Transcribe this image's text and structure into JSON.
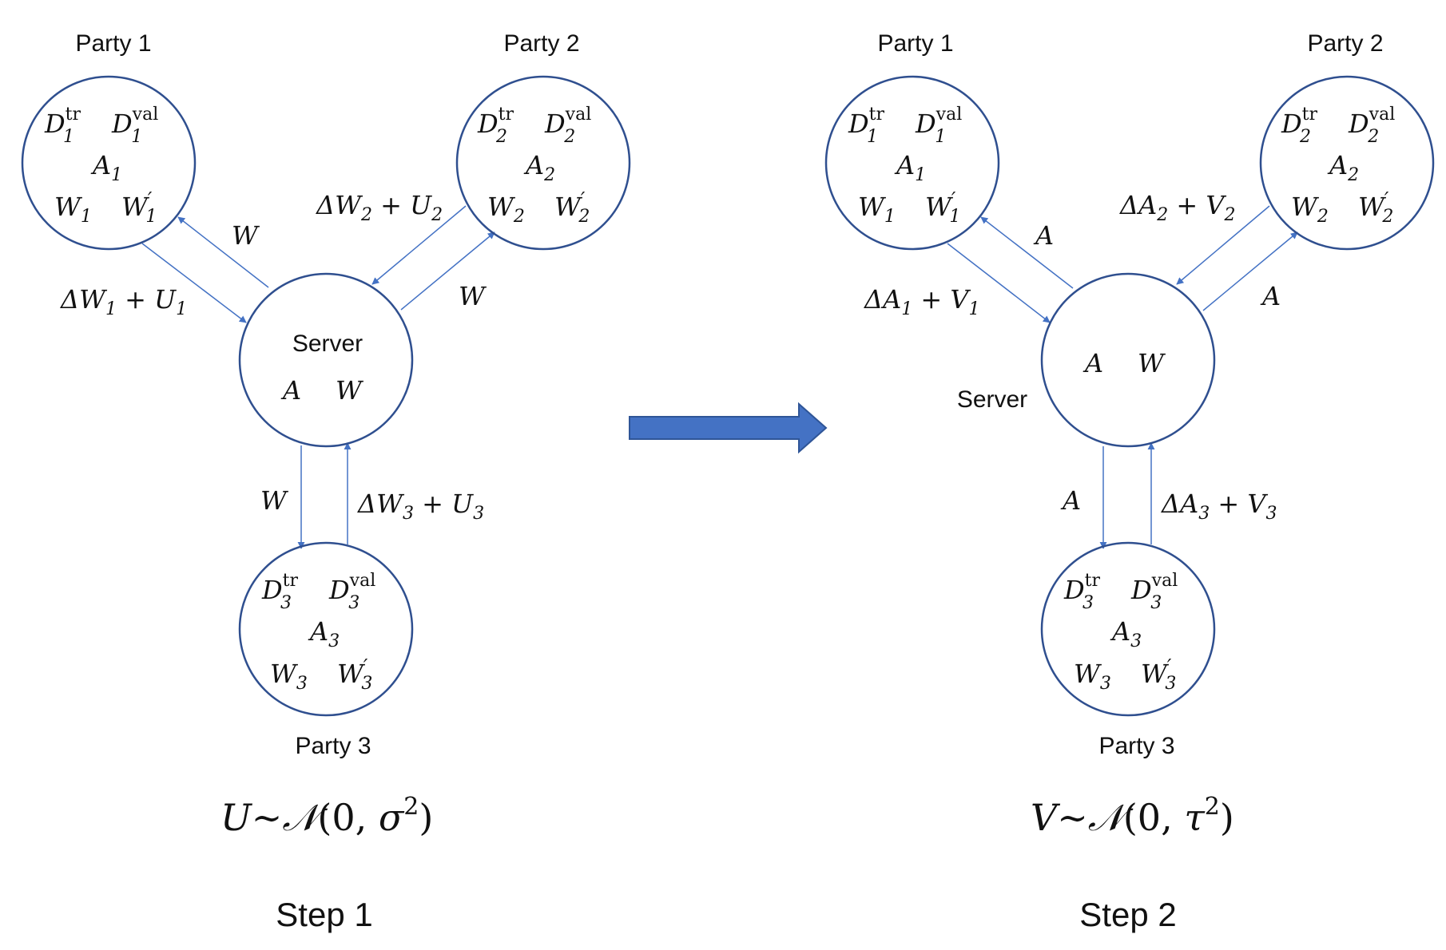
{
  "step1": {
    "party1": {
      "title": "Party 1",
      "d_tr": "D",
      "d_tr_sub": "1",
      "d_tr_sup": "tr",
      "d_val": "D",
      "d_val_sub": "1",
      "d_val_sup": "val",
      "a": "A",
      "a_sub": "1",
      "w": "W",
      "w_sub": "1",
      "wp": "W",
      "wp_sub": "1",
      "wp_sup": "′"
    },
    "party2": {
      "title": "Party 2",
      "d_tr": "D",
      "d_tr_sub": "2",
      "d_tr_sup": "tr",
      "d_val": "D",
      "d_val_sub": "2",
      "d_val_sup": "val",
      "a": "A",
      "a_sub": "2",
      "w": "W",
      "w_sub": "2",
      "wp": "W",
      "wp_sub": "2",
      "wp_sup": "′"
    },
    "party3": {
      "title": "Party 3",
      "d_tr": "D",
      "d_tr_sub": "3",
      "d_tr_sup": "tr",
      "d_val": "D",
      "d_val_sub": "3",
      "d_val_sup": "val",
      "a": "A",
      "a_sub": "3",
      "w": "W",
      "w_sub": "3",
      "wp": "W",
      "wp_sub": "3",
      "wp_sup": "′"
    },
    "server": {
      "title": "Server",
      "a": "A",
      "w": "W"
    },
    "edges": {
      "down_p1": "W",
      "up_p1_a": "ΔW",
      "up_p1_a_sub": "1",
      "up_p1_b": " + U",
      "up_p1_b_sub": "1",
      "down_p2": "W",
      "up_p2_a": "ΔW",
      "up_p2_a_sub": "2",
      "up_p2_b": " + U",
      "up_p2_b_sub": "2",
      "down_p3": "W",
      "up_p3_a": "ΔW",
      "up_p3_a_sub": "3",
      "up_p3_b": " + U",
      "up_p3_b_sub": "3"
    },
    "noise": {
      "var": "U",
      "tilde": "∼",
      "dist": "𝒩",
      "open": "(0, ",
      "param": "σ",
      "sup": "2",
      "close": ")"
    },
    "caption": "Step 1"
  },
  "step2": {
    "party1": {
      "title": "Party 1",
      "d_tr": "D",
      "d_tr_sub": "1",
      "d_tr_sup": "tr",
      "d_val": "D",
      "d_val_sub": "1",
      "d_val_sup": "val",
      "a": "A",
      "a_sub": "1",
      "w": "W",
      "w_sub": "1",
      "wp": "W",
      "wp_sub": "1",
      "wp_sup": "′"
    },
    "party2": {
      "title": "Party 2",
      "d_tr": "D",
      "d_tr_sub": "2",
      "d_tr_sup": "tr",
      "d_val": "D",
      "d_val_sub": "2",
      "d_val_sup": "val",
      "a": "A",
      "a_sub": "2",
      "w": "W",
      "w_sub": "2",
      "wp": "W",
      "wp_sub": "2",
      "wp_sup": "′"
    },
    "party3": {
      "title": "Party 3",
      "d_tr": "D",
      "d_tr_sub": "3",
      "d_tr_sup": "tr",
      "d_val": "D",
      "d_val_sub": "3",
      "d_val_sup": "val",
      "a": "A",
      "a_sub": "3",
      "w": "W",
      "w_sub": "3",
      "wp": "W",
      "wp_sub": "3",
      "wp_sup": "′"
    },
    "server": {
      "title": "Server",
      "a": "A",
      "w": "W"
    },
    "edges": {
      "down_p1": "A",
      "up_p1_a": "ΔA",
      "up_p1_a_sub": "1",
      "up_p1_b": " + V",
      "up_p1_b_sub": "1",
      "down_p2": "A",
      "up_p2_a": "ΔA",
      "up_p2_a_sub": "2",
      "up_p2_b": " + V",
      "up_p2_b_sub": "2",
      "down_p3": "A",
      "up_p3_a": "ΔA",
      "up_p3_a_sub": "3",
      "up_p3_b": " + V",
      "up_p3_b_sub": "3"
    },
    "noise": {
      "var": "V",
      "tilde": "∼",
      "dist": "𝒩",
      "open": "(0, ",
      "param": "τ",
      "sup": "2",
      "close": ")"
    },
    "caption": "Step 2"
  },
  "colors": {
    "circle_stroke": "#2f4f8f",
    "edge_arrow": "#4472c4",
    "big_arrow": "#4472c4"
  }
}
